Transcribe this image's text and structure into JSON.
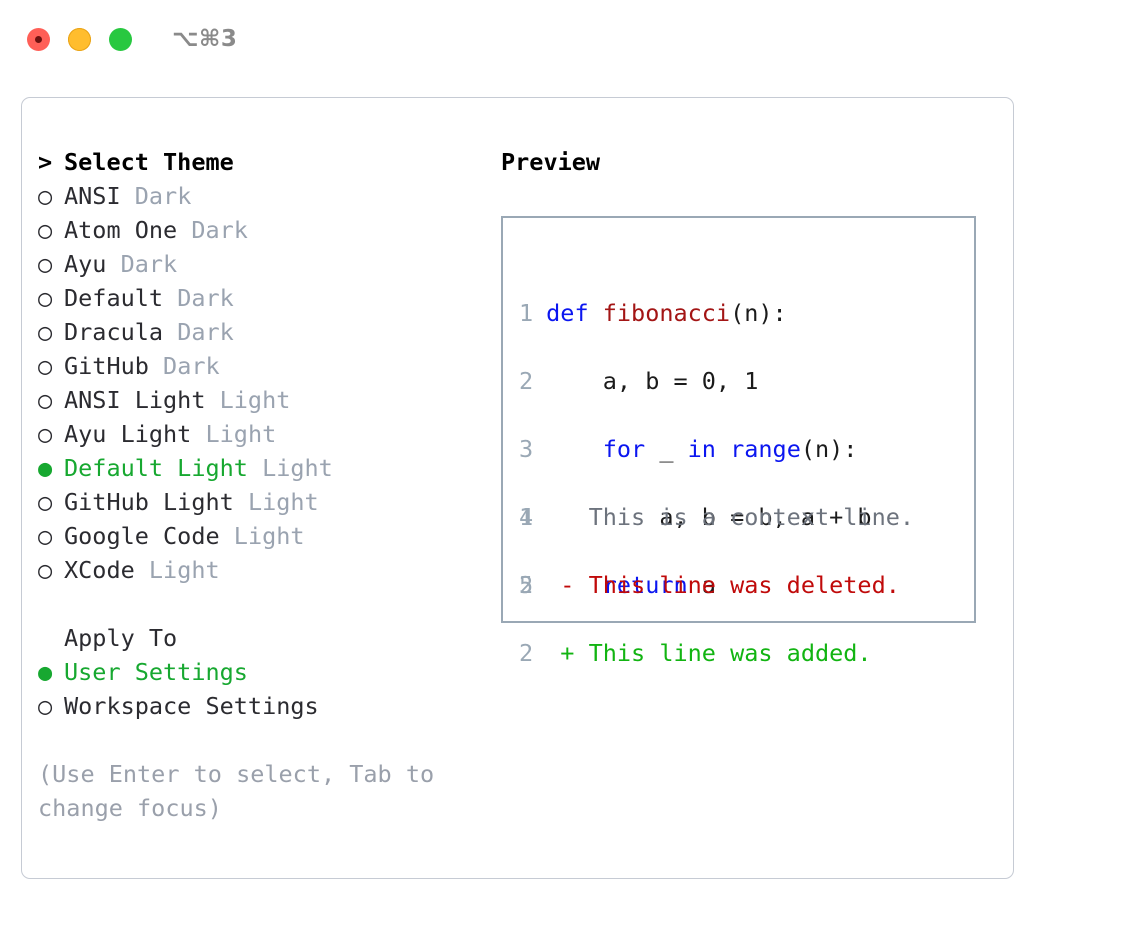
{
  "window": {
    "traffic_lights": [
      "close-button",
      "minimize-button",
      "maximize-button"
    ],
    "shortcut_label": "⌥⌘3"
  },
  "theme_picker": {
    "header": {
      "marker": ">",
      "label": "Select Theme"
    },
    "items": [
      {
        "marker": "○",
        "name": "ANSI",
        "variant": "Dark",
        "selected": false
      },
      {
        "marker": "○",
        "name": "Atom One",
        "variant": "Dark",
        "selected": false
      },
      {
        "marker": "○",
        "name": "Ayu",
        "variant": "Dark",
        "selected": false
      },
      {
        "marker": "○",
        "name": "Default",
        "variant": "Dark",
        "selected": false
      },
      {
        "marker": "○",
        "name": "Dracula",
        "variant": "Dark",
        "selected": false
      },
      {
        "marker": "○",
        "name": "GitHub",
        "variant": "Dark",
        "selected": false
      },
      {
        "marker": "○",
        "name": "ANSI Light",
        "variant": "Light",
        "selected": false
      },
      {
        "marker": "○",
        "name": "Ayu Light",
        "variant": "Light",
        "selected": false
      },
      {
        "marker": "●",
        "name": "Default Light",
        "variant": "Light",
        "selected": true
      },
      {
        "marker": "○",
        "name": "GitHub Light",
        "variant": "Light",
        "selected": false
      },
      {
        "marker": "○",
        "name": "Google Code",
        "variant": "Light",
        "selected": false
      },
      {
        "marker": "○",
        "name": "XCode",
        "variant": "Light",
        "selected": false
      }
    ]
  },
  "apply_to": {
    "header": "Apply To",
    "options": [
      {
        "marker": "●",
        "label": "User Settings",
        "selected": true
      },
      {
        "marker": "○",
        "label": "Workspace Settings",
        "selected": false
      }
    ]
  },
  "hint": "(Use Enter to select, Tab to change focus)",
  "preview": {
    "title": "Preview",
    "code_lines": [
      {
        "num": "1",
        "tokens": [
          {
            "t": "def ",
            "c": "kw"
          },
          {
            "t": "fibonacci",
            "c": "fn"
          },
          {
            "t": "(n):",
            "c": "plain"
          }
        ]
      },
      {
        "num": "2",
        "tokens": [
          {
            "t": "    a, b = 0, 1",
            "c": "plain"
          }
        ]
      },
      {
        "num": "3",
        "tokens": [
          {
            "t": "    ",
            "c": "plain"
          },
          {
            "t": "for",
            "c": "kw"
          },
          {
            "t": " _ ",
            "c": "plain"
          },
          {
            "t": "in ",
            "c": "kw"
          },
          {
            "t": "range",
            "c": "kw"
          },
          {
            "t": "(n):",
            "c": "plain"
          }
        ]
      },
      {
        "num": "4",
        "tokens": [
          {
            "t": "        a, b = b, a + b",
            "c": "plain"
          }
        ]
      },
      {
        "num": "5",
        "tokens": [
          {
            "t": "    ",
            "c": "plain"
          },
          {
            "t": "return",
            "c": "kw"
          },
          {
            "t": " a",
            "c": "plain"
          }
        ]
      }
    ],
    "diff_lines": [
      {
        "num": "1",
        "sign": " ",
        "text": "This is a context line.",
        "kind": "context"
      },
      {
        "num": "2",
        "sign": "-",
        "text": "This line was deleted.",
        "kind": "deleted"
      },
      {
        "num": "2",
        "sign": "+",
        "text": "This line was added.",
        "kind": "added"
      }
    ]
  },
  "colors": {
    "accent_green": "#17a830",
    "dim_text": "#9aa3b0",
    "keyword_blue": "#0b16f0",
    "function_red": "#a31515",
    "diff_deleted": "#c00a0a",
    "diff_added": "#12b412",
    "panel_border": "#c6cbd4",
    "preview_border": "#9aa8b5"
  }
}
